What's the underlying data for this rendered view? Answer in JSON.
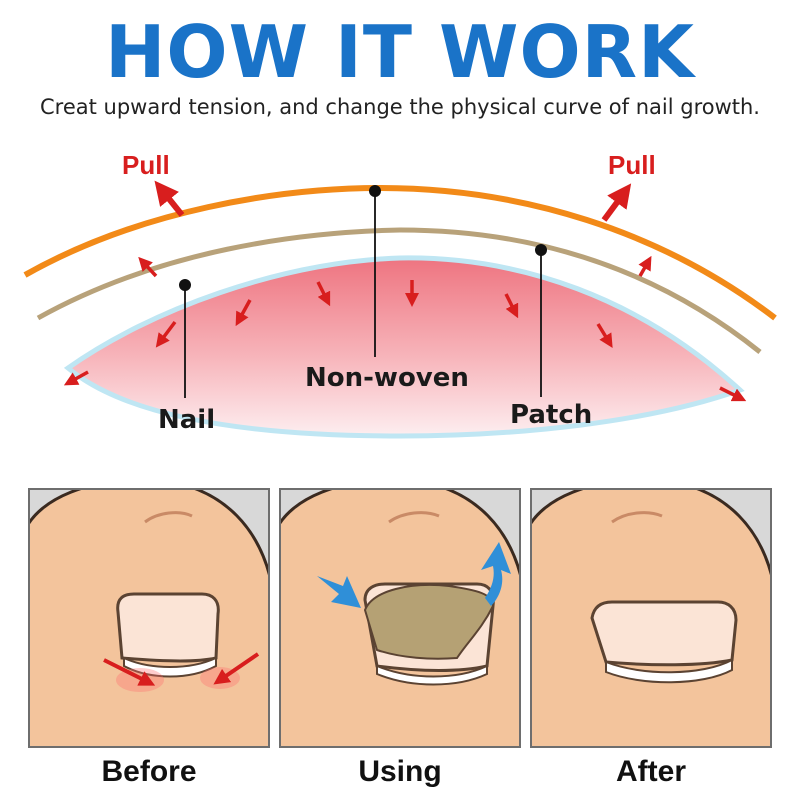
{
  "header": {
    "title": "HOW IT WORK",
    "subtitle": "Creat upward tension, and change the physical curve of nail growth."
  },
  "diagram": {
    "pull_left": "Pull",
    "pull_right": "Pull",
    "label_nonwoven": "Non-woven",
    "label_nail": "Nail",
    "label_patch": "Patch"
  },
  "stages": [
    {
      "caption": "Before"
    },
    {
      "caption": "Using"
    },
    {
      "caption": "After"
    }
  ],
  "colors": {
    "title": "#1a73c8",
    "pull": "#d81e1e",
    "arc_orange": "#f28a18",
    "arc_tan": "#b8a27a",
    "nail_pink": "#f08a94",
    "skin": "#f3c49c",
    "patch": "#b5a174",
    "lift_arrow": "#2f8fd8"
  }
}
